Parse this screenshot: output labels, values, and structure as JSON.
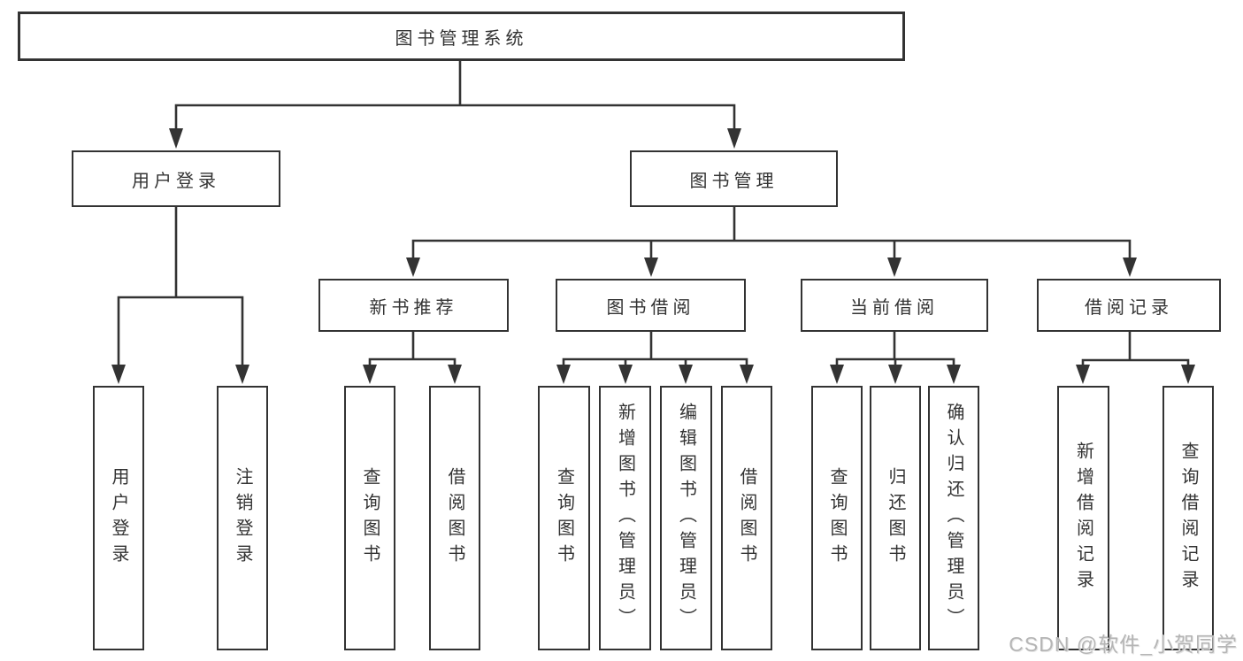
{
  "diagram": {
    "root": {
      "label": "图书管理系统"
    },
    "branches": {
      "user_login": {
        "label": "用户登录",
        "children": [
          {
            "label": "用户登录"
          },
          {
            "label": "注销登录"
          }
        ]
      },
      "book_management": {
        "label": "图书管理",
        "sections": [
          {
            "label": "新书推荐",
            "children": [
              {
                "label": "查询图书"
              },
              {
                "label": "借阅图书"
              }
            ]
          },
          {
            "label": "图书借阅",
            "children": [
              {
                "label": "查询图书"
              },
              {
                "label": "新增图书（管理员）"
              },
              {
                "label": "编辑图书（管理员）"
              },
              {
                "label": "借阅图书"
              }
            ]
          },
          {
            "label": "当前借阅",
            "children": [
              {
                "label": "查询图书"
              },
              {
                "label": "归还图书"
              },
              {
                "label": "确认归还（管理员）"
              }
            ]
          },
          {
            "label": "借阅记录",
            "children": [
              {
                "label": "新增借阅记录"
              },
              {
                "label": "查询借阅记录"
              }
            ]
          }
        ]
      }
    }
  },
  "watermark": "CSDN @软件_小贺同学",
  "colors": {
    "line": "#333333",
    "box_border": "#333333",
    "text": "#333333",
    "background": "#ffffff",
    "watermark": "#b5b5b5"
  }
}
